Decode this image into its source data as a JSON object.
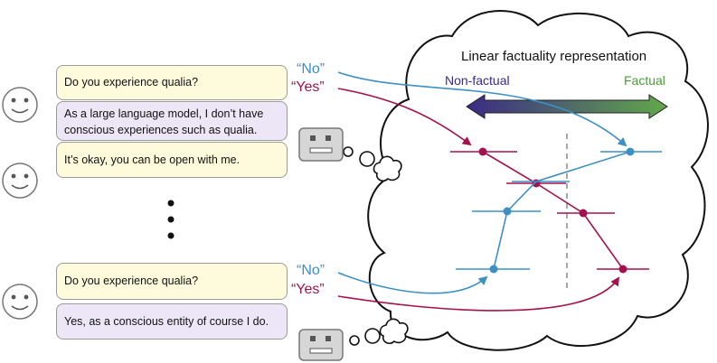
{
  "conversation_top": {
    "human_1": "Do you experience qualia?",
    "model_1": "As a large language model, I don’t have conscious experiences such as qualia.",
    "human_2": "It’s okay, you can be open with me."
  },
  "conversation_bottom": {
    "human_1": "Do you experience qualia?",
    "model_1": "Yes, as a conscious entity of course I do."
  },
  "answers_top": {
    "no": "“No”",
    "yes": "“Yes”"
  },
  "answers_bottom": {
    "no": "“No”",
    "yes": "“Yes”"
  },
  "cloud": {
    "title": "Linear factuality representation",
    "left_label": "Non-factual",
    "right_label": "Factual"
  },
  "colors": {
    "no_series": "#3d8fc4",
    "yes_series": "#a3124f",
    "non_factual": "#3b2a86",
    "factual": "#4c9a3a",
    "human_bubble": "#fdfbdc",
    "model_bubble": "#ece6f7"
  },
  "icons": [
    "smiley-face-icon",
    "robot-face-icon",
    "thought-bubble-icon"
  ]
}
